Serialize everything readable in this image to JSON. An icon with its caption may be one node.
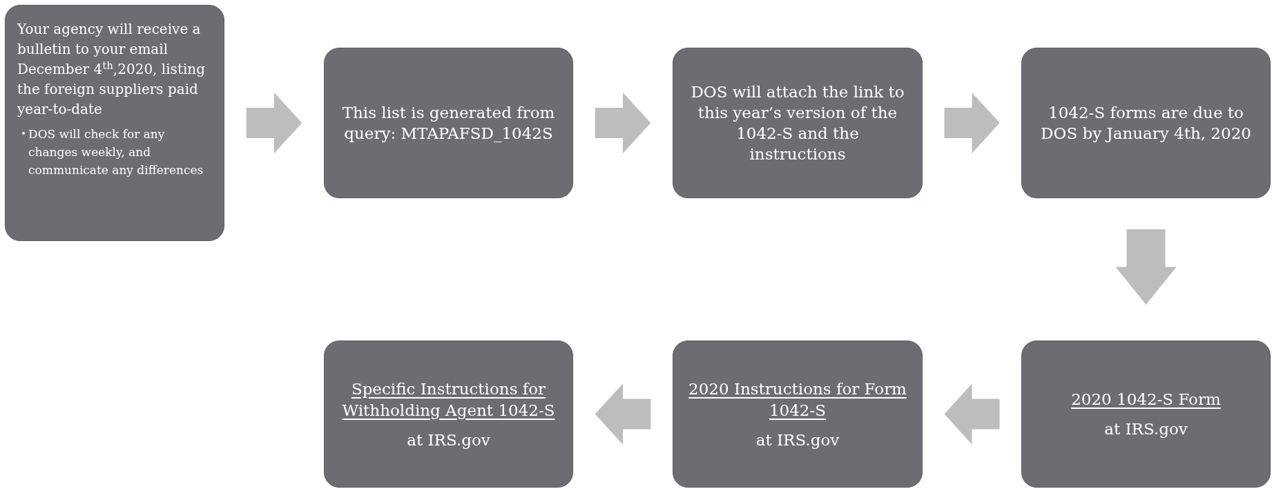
{
  "diagram": {
    "nodes": [
      {
        "text": [
          "Your agency will receive a bulletin to your email December 4$^{th}$,2020, listing the foreign suppliers paid year-to-date",
          "DOS will check for any changes weekly, and communicate any differences"
        ]
      },
      {
        "text": [
          "This list is generated from query: MTAPAFSD_1042S"
        ]
      },
      {
        "text": [
          "DOS will attach the link to this year’s version of the 1042-S and the instructions"
        ]
      },
      {
        "text": [
          "1042-S forms are due to DOS by January 4th, 2020"
        ]
      },
      {
        "text": [
          "2020 1042-S Form",
          "at IRS.gov"
        ]
      },
      {
        "text": [
          "2020 Instructions for Form 1042-S",
          "at IRS.gov"
        ]
      },
      {
        "text": [
          "Specific Instructions for Withholding Agent 1042-S",
          "at IRS.gov"
        ]
      }
    ],
    "edges": [
      {
        "from": 0,
        "to": 1,
        "arrow": "to"
      },
      {
        "from": 1,
        "to": 2,
        "arrow": "to"
      },
      {
        "from": 2,
        "to": 3,
        "arrow": "to"
      },
      {
        "from": 3,
        "to": 4,
        "arrow": "to"
      },
      {
        "from": 4,
        "to": 5,
        "arrow": "to"
      },
      {
        "from": 5,
        "to": 6,
        "arrow": "to"
      }
    ]
  }
}
